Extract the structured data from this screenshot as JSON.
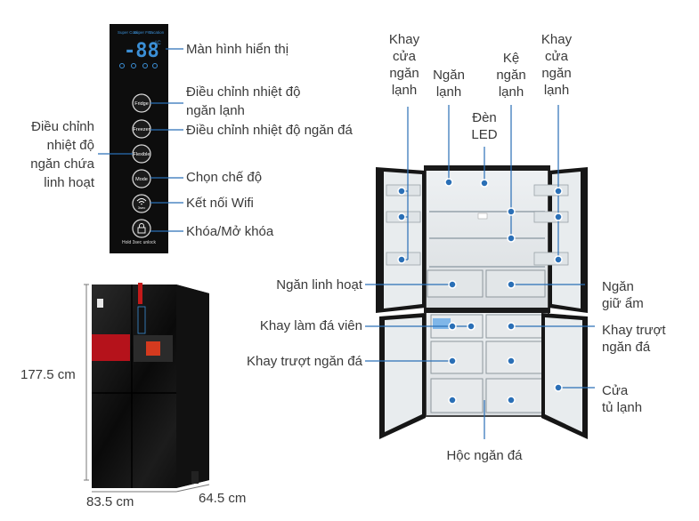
{
  "colors": {
    "accent": "#2a6fb6",
    "text": "#3a3a3a",
    "panel": "#0d0d0d"
  },
  "panel": {
    "top_labels": [
      "Super Cool",
      "Super Frz",
      "Vacation"
    ],
    "digits": "-88",
    "unit": "°C",
    "buttons": [
      "Fridge",
      "Freezer",
      "Flexible",
      "Mode",
      "Wifi",
      "Hold 3sec unlock"
    ],
    "wifi_sub": "3sec",
    "lock_caption": "Hold 3sec unlock",
    "icons": [
      "display-screen",
      "wifi-icon",
      "lock-icon"
    ]
  },
  "panel_labels": {
    "display": "Màn hình hiển thị",
    "fridge_temp_1": "Điều chỉnh nhiệt độ",
    "fridge_temp_2": "ngăn lạnh",
    "freezer_temp": "Điều chỉnh nhiệt độ ngăn đá",
    "flex_1": "Điều chỉnh",
    "flex_2": "nhiệt độ",
    "flex_3": "ngăn chứa",
    "flex_4": "linh hoạt",
    "mode": "Chọn chế độ",
    "wifi": "Kết nối Wifi",
    "lock": "Khóa/Mở khóa"
  },
  "dimensions": {
    "height": "177.5 cm",
    "width": "83.5 cm",
    "depth": "64.5 cm"
  },
  "fridge_labels": {
    "door_tray_left": [
      "Khay",
      "cửa",
      "ngăn",
      "lạnh"
    ],
    "fridge_compartment": [
      "Ngăn",
      "lạnh"
    ],
    "shelf": [
      "Kệ",
      "ngăn",
      "lạnh"
    ],
    "door_tray_right": [
      "Khay",
      "cửa",
      "ngăn",
      "lạnh"
    ],
    "led": [
      "Đèn",
      "LED"
    ],
    "flex_drawer": "Ngăn linh hoạt",
    "humid_drawer": [
      "Ngăn",
      "giữ ẩm"
    ],
    "ice_tray": "Khay làm đá viên",
    "freezer_slide_left": "Khay trượt ngăn đá",
    "freezer_slide_right": [
      "Khay trượt",
      "ngăn đá"
    ],
    "fridge_door": [
      "Cửa",
      "tủ lạnh"
    ],
    "freezer_box": "Hộc ngăn đá"
  }
}
